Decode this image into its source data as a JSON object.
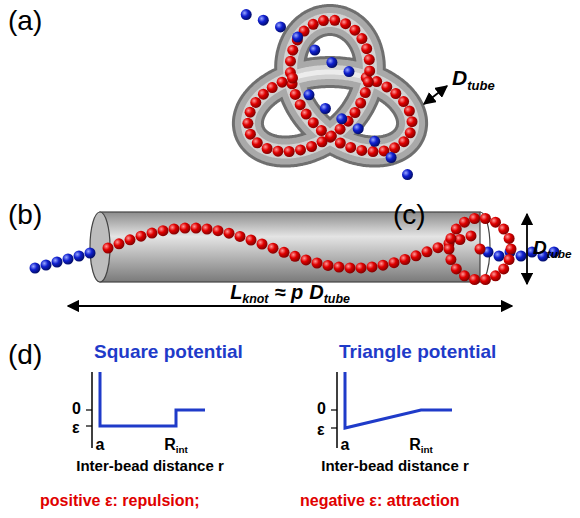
{
  "diagram": {
    "labels": [
      "(a)",
      "D",
      "tube",
      "(b)",
      "(c)",
      "D",
      "tube",
      "L",
      "knot",
      "≈ p",
      "D",
      "tube",
      "(d)",
      "Square potential",
      "0",
      "ε",
      "a",
      "R",
      "int",
      "Inter-bead distance r",
      "Triangle potential",
      "0",
      "ε",
      "a",
      "R",
      "int",
      "Inter-bead distance r",
      "positive ε: repulsion;",
      "negative ε: attraction"
    ]
  }
}
